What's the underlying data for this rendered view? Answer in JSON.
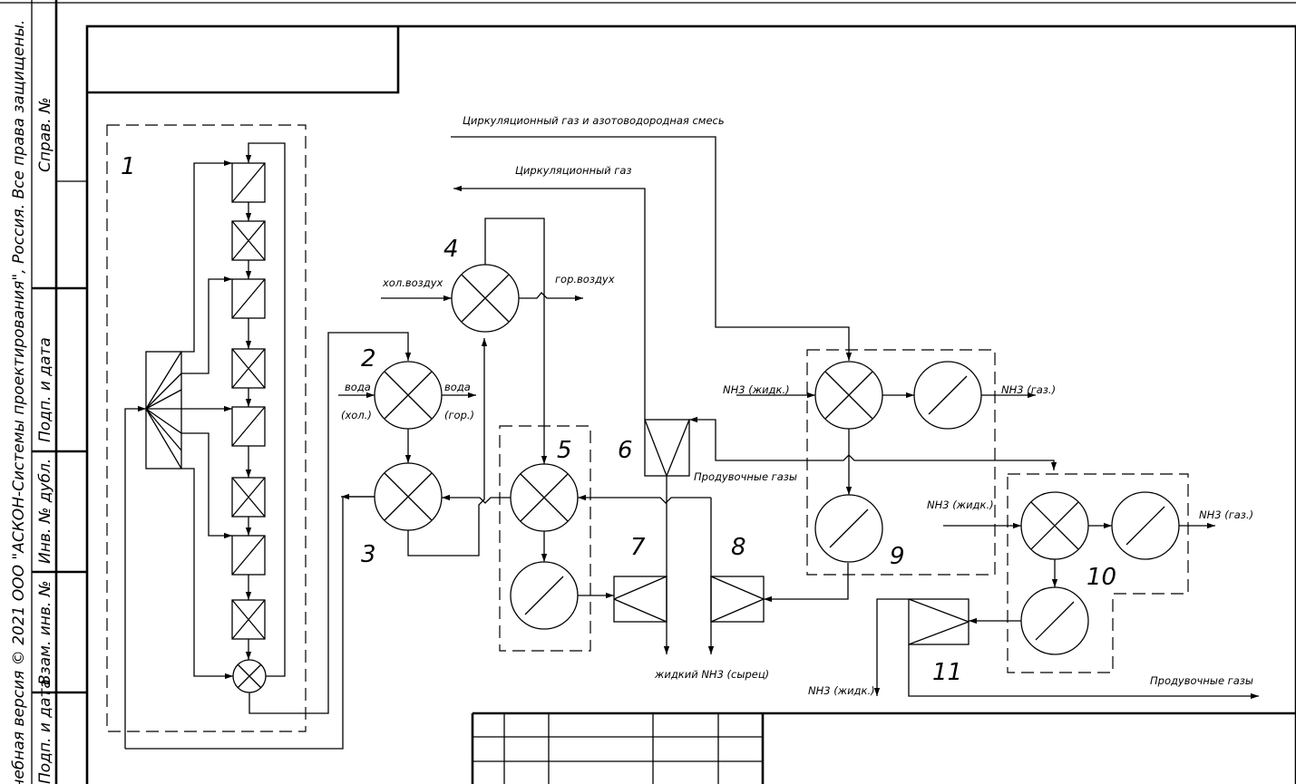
{
  "side_strip": {
    "copyright": "Учебная версия © 2021 ООО \"АСКОН-Системы проектирования\", Россия. Все права защищены.",
    "labels": [
      "Справ. №",
      "Подп. и дата",
      "Инв. № дубл.",
      "Взам. инв. №",
      "Подп. и дата"
    ]
  },
  "diagram": {
    "numbers": {
      "n1": "1",
      "n2": "2",
      "n3": "3",
      "n4": "4",
      "n5": "5",
      "n6": "6",
      "n7": "7",
      "n8": "8",
      "n9": "9",
      "n10": "10",
      "n11": "11"
    },
    "streams": {
      "circ_gas_mix": "Циркуляционный газ и азотоводородная смесь",
      "circ_gas": "Циркуляционный газ",
      "cold_air": "хол.воздух",
      "hot_air": "гор.воздух",
      "water": "вода",
      "water_cold": "(хол.)",
      "water2": "вода",
      "water_hot": "(гор.)",
      "nh3_liq_9": "NH3 (жидк.)",
      "nh3_gas_9": "NH3 (газ.)",
      "purge_6": "Продувочные газы",
      "nh3_liq_10": "NH3 (жидк.)",
      "nh3_gas_10": "NH3 (газ.)",
      "liquid_nh3_raw": "жидкий NH3 (сырец)",
      "nh3_liq_out": "NH3 (жидк.)",
      "purge_out": "Продувочные газы"
    }
  },
  "colors": {
    "ink": "#000000",
    "paper": "#ffffff"
  }
}
